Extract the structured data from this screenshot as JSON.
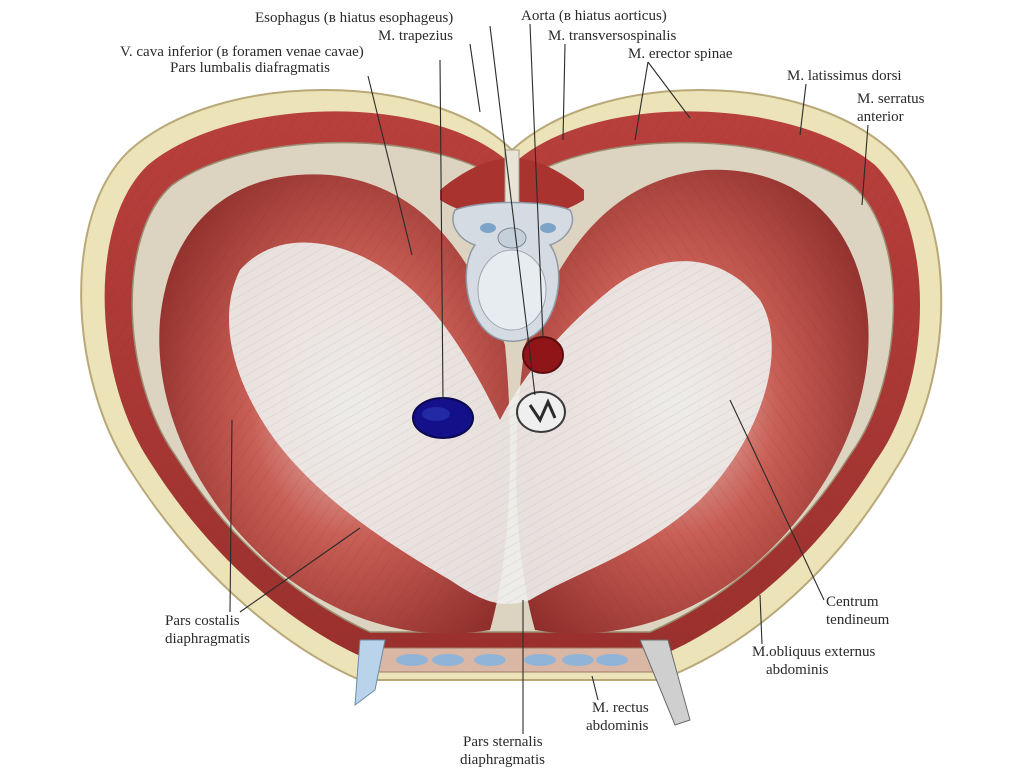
{
  "labels": {
    "esophagus": "Esophagus (в hiatus esophageus)",
    "aorta": "Aorta (в hiatus aorticus)",
    "trapezius": "M. trapezius",
    "transversospinalis": "M. transversospinalis",
    "vena_cava": "V. cava inferior (в foramen venae cavae)",
    "erector_spinae": "M. erector spinae",
    "pars_lumbalis": "Pars lumbalis diafragmatis",
    "latissimus": "M. latissimus dorsi",
    "serratus_1": "M. serratus",
    "serratus_2": "anterior",
    "centrum_1": "Centrum",
    "centrum_2": "tendineum",
    "costalis_1": "Pars costalis",
    "costalis_2": "diaphragmatis",
    "obliquus_1": "M.obliquus externus",
    "obliquus_2": "abdominis",
    "rectus_1": "M. rectus",
    "rectus_2": "abdominis",
    "sternalis_1": "Pars sternalis",
    "sternalis_2": "diaphragmatis"
  },
  "colors": {
    "muscle": "#b3403d",
    "muscle_dark": "#7e2321",
    "tendon": "#eeeeec",
    "fat": "#ece3b9",
    "vena_cava": "#14108a",
    "aorta": "#8f1518",
    "vertebra": "#d4dbe2"
  }
}
